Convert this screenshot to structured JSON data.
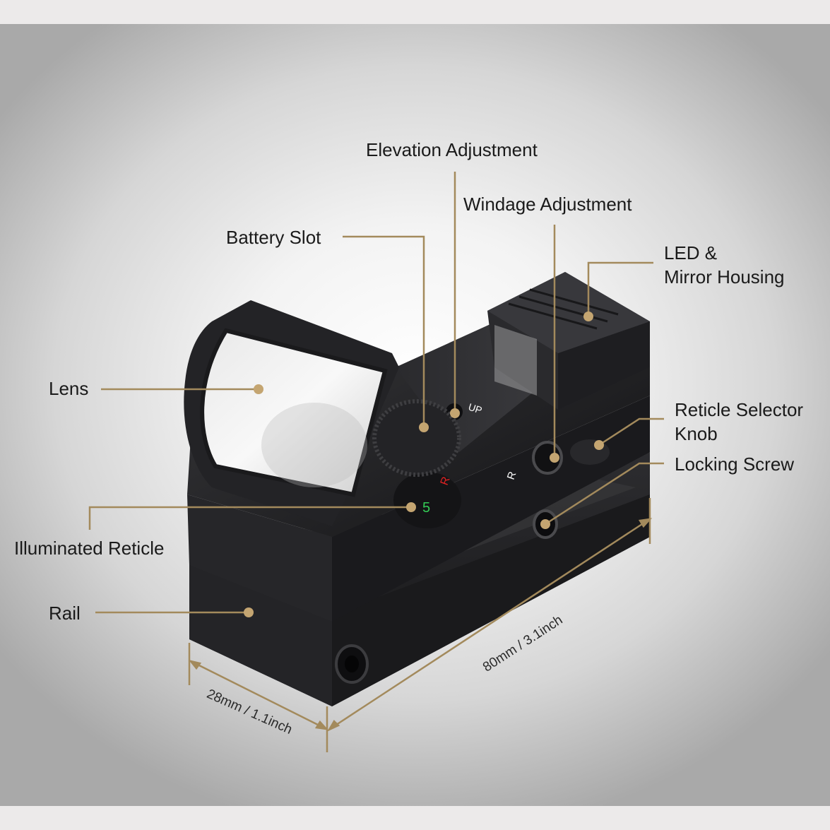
{
  "colors": {
    "callout": "#a38a5c",
    "body": "#1c1c1e",
    "background_center": "#ffffff",
    "background_edge": "#a9a9a9"
  },
  "labels": {
    "elevation": "Elevation Adjustment",
    "windage": "Windage Adjustment",
    "battery": "Battery Slot",
    "led_line1": "LED &",
    "led_line2": "Mirror Housing",
    "lens": "Lens",
    "reticle_knob_line1": "Reticle Selector",
    "reticle_knob_line2": "Knob",
    "locking_screw": "Locking Screw",
    "illuminated_reticle": "Illuminated Reticle",
    "rail": "Rail"
  },
  "dimensions": {
    "length": "80mm / 3.1inch",
    "width": "28mm / 1.1inch"
  },
  "markings": {
    "up": "UP",
    "r": "R",
    "dial_green": "5",
    "dial_red": "R"
  }
}
